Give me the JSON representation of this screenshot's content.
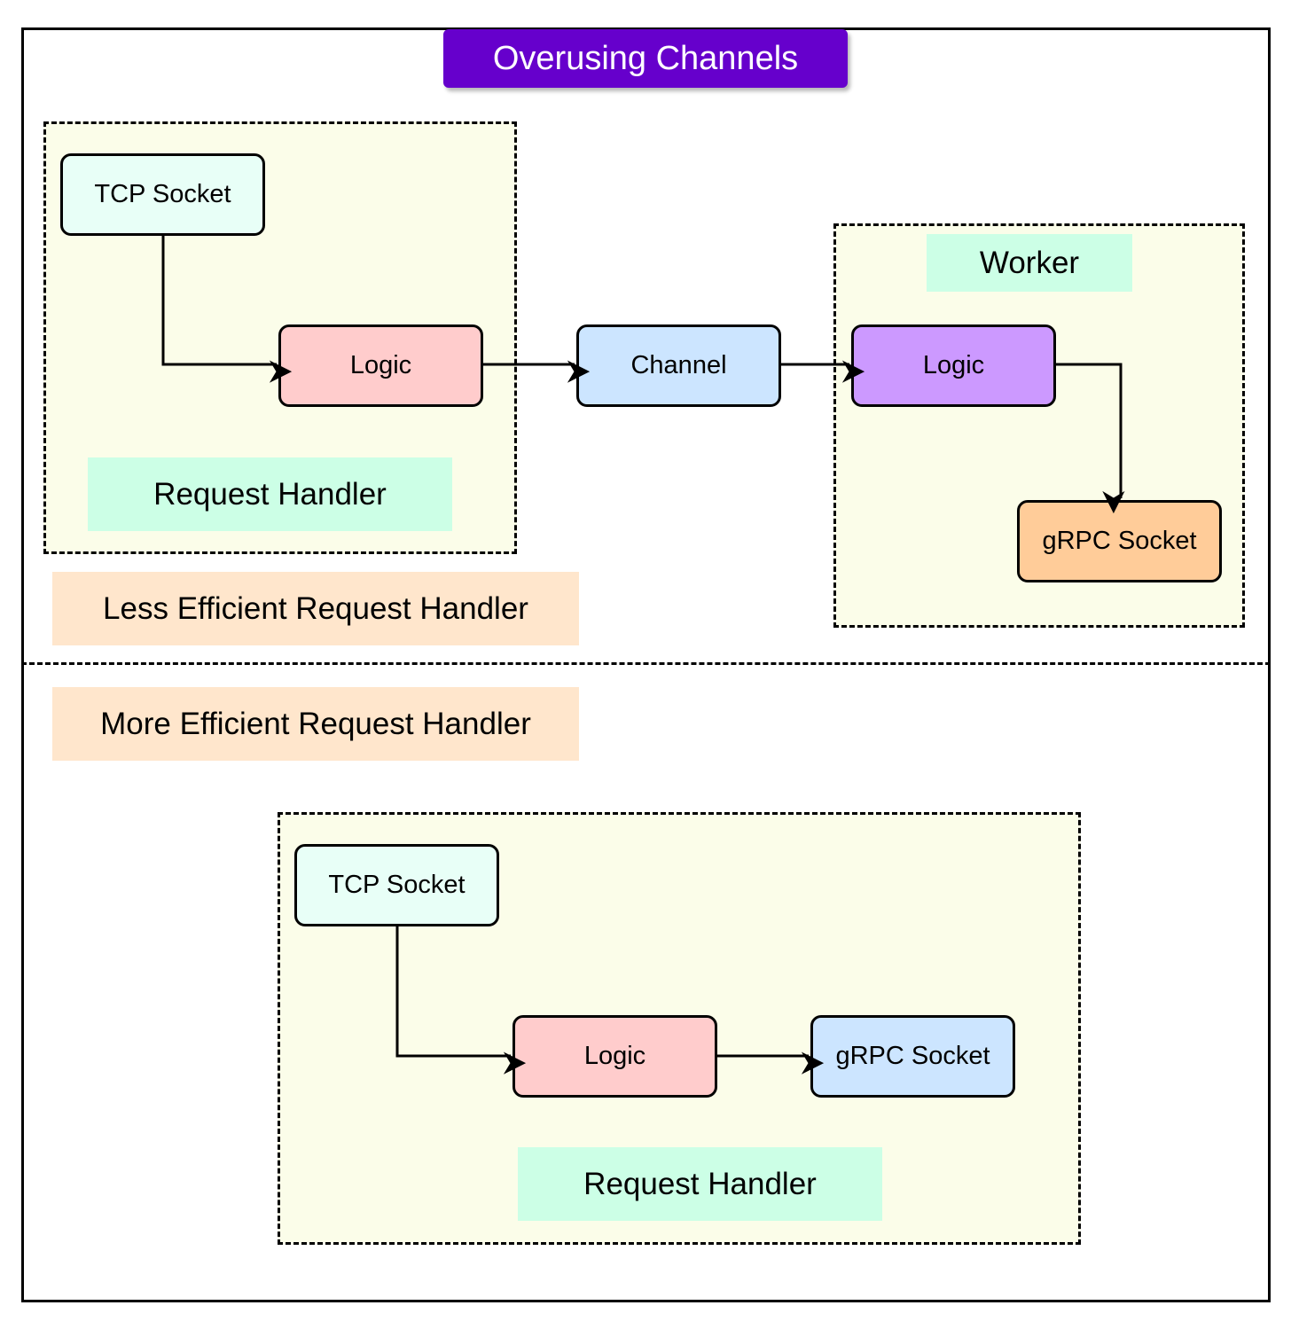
{
  "title": "Overusing Channels",
  "top_section": {
    "caption": "Less Efficient Request Handler",
    "request_handler": {
      "label": "Request Handler",
      "tcp_socket": "TCP Socket",
      "logic": "Logic"
    },
    "channel": "Channel",
    "worker": {
      "label": "Worker",
      "logic": "Logic",
      "grpc_socket": "gRPC Socket"
    }
  },
  "bottom_section": {
    "caption": "More Efficient Request Handler",
    "request_handler": {
      "label": "Request Handler",
      "tcp_socket": "TCP Socket",
      "logic": "Logic",
      "grpc_socket": "gRPC Socket"
    }
  },
  "colors": {
    "title_bg": "#6600cc",
    "group_bg": "#fbfde9",
    "label_green": "#ccffe6",
    "label_peach": "#ffe6cc",
    "tcp_socket": "#e8fff7",
    "logic_pink": "#ffcccc",
    "channel_blue": "#cce5ff",
    "worker_logic_purple": "#cc99ff",
    "grpc_orange": "#ffcc99"
  }
}
